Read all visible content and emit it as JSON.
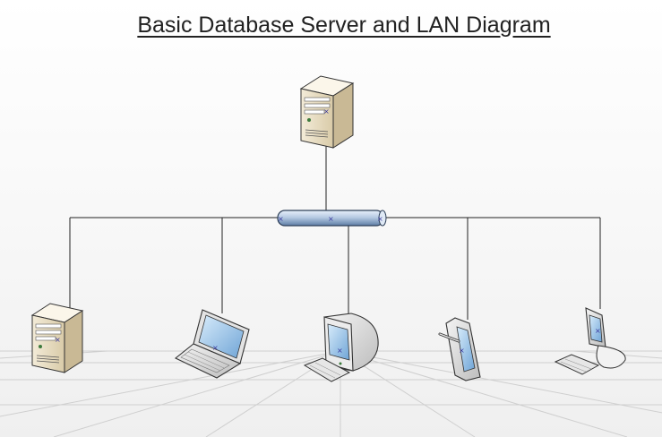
{
  "diagram": {
    "title": "Basic Database Server and LAN Diagram",
    "nodes": [
      {
        "id": "db-server",
        "kind": "server"
      },
      {
        "id": "lan-bus",
        "kind": "ethernet-bus"
      },
      {
        "id": "server-2",
        "kind": "server"
      },
      {
        "id": "laptop",
        "kind": "laptop"
      },
      {
        "id": "desktop-pc",
        "kind": "desktop"
      },
      {
        "id": "tablet",
        "kind": "tablet"
      },
      {
        "id": "lcd-workstation",
        "kind": "lcd-monitor"
      }
    ],
    "edges": [
      {
        "from": "db-server",
        "to": "lan-bus"
      },
      {
        "from": "lan-bus",
        "to": "server-2"
      },
      {
        "from": "lan-bus",
        "to": "laptop"
      },
      {
        "from": "lan-bus",
        "to": "desktop-pc"
      },
      {
        "from": "lan-bus",
        "to": "tablet"
      },
      {
        "from": "lan-bus",
        "to": "lcd-workstation"
      }
    ],
    "colors": {
      "server_body": "#e9dfc9",
      "server_shade": "#c7b894",
      "bus_fill": "#b7cbe3",
      "screen_fill": "#9ec6ea",
      "line": "#222222",
      "grid": "#cfcfcf"
    }
  }
}
